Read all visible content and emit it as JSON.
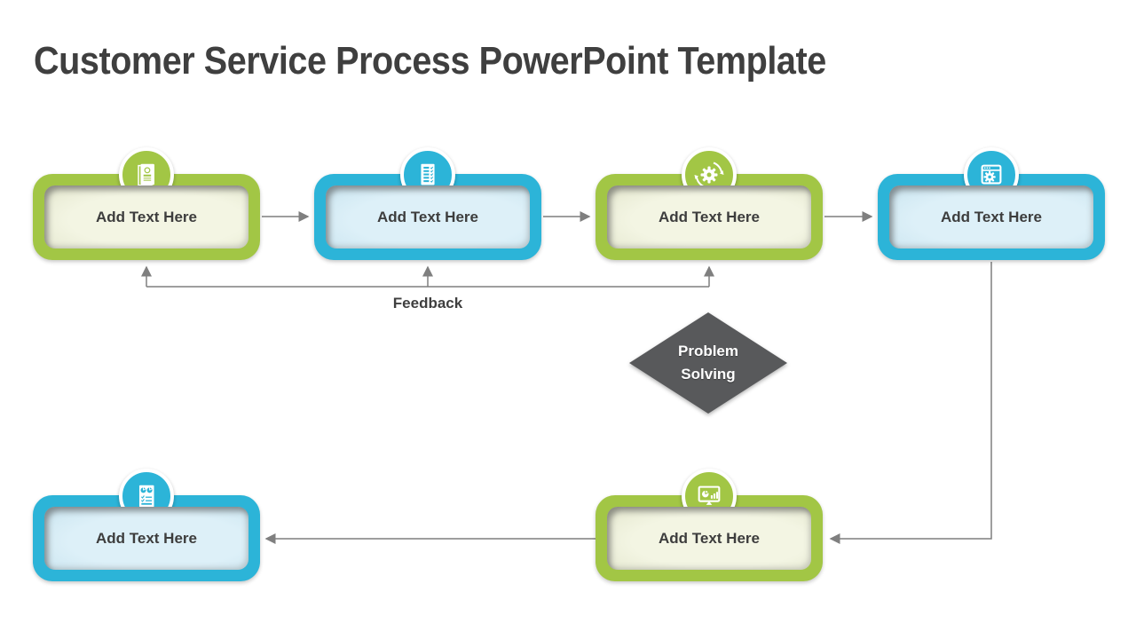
{
  "title": "Customer Service Process PowerPoint Template",
  "colors": {
    "green": "#a2c645",
    "green_fill": "#eef1dc",
    "cyan": "#2cb4d8",
    "cyan_fill": "#daeef6",
    "diamond": "#58595b",
    "arrow": "#7f7f7f",
    "text": "#3f3f3f"
  },
  "boxes": [
    {
      "id": "step-1",
      "label": "Add Text Here",
      "color": "green",
      "icon": "contact-book-icon"
    },
    {
      "id": "step-2",
      "label": "Add Text Here",
      "color": "cyan",
      "icon": "checklist-icon"
    },
    {
      "id": "step-3",
      "label": "Add Text Here",
      "color": "green",
      "icon": "process-gear-icon"
    },
    {
      "id": "step-4",
      "label": "Add Text Here",
      "color": "cyan",
      "icon": "settings-window-icon"
    },
    {
      "id": "step-5",
      "label": "Add Text Here",
      "color": "green",
      "icon": "analytics-monitor-icon"
    },
    {
      "id": "step-6",
      "label": "Add Text Here",
      "color": "cyan",
      "icon": "report-icon"
    }
  ],
  "labels": {
    "feedback": "Feedback"
  },
  "diamond": {
    "line1": "Problem",
    "line2": "Solving"
  }
}
